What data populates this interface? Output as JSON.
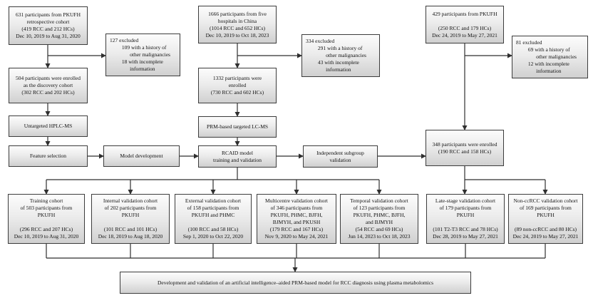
{
  "nodes": {
    "source_discovery": {
      "lines": [
        "631 participants from PKUFH",
        "retrospective cohort",
        "(419 RCC and 212 HCs)",
        "Dec 10, 2019 to Aug 31, 2020"
      ]
    },
    "source_five_hospitals": {
      "lines": [
        "1666 participants from five",
        "hospitals in China",
        "(1014 RCC and 652 HCs)",
        "Dec 10, 2019 to Oct 18, 2023"
      ]
    },
    "source_pkufh_429": {
      "lines": [
        "429 participants from PKUFH",
        "",
        "(250 RCC and 179 HCs)",
        "Dec 24, 2019 to May 27, 2021"
      ]
    },
    "excluded_discovery": {
      "lines": [
        "127 excluded",
        "         109 with a history of",
        "               other malignancies",
        "         18 with incomplete",
        "               information"
      ]
    },
    "excluded_five_hospitals": {
      "lines": [
        "334 excluded",
        "         291 with a history of",
        "               other malignancies",
        "         43 with incomplete",
        "               information"
      ]
    },
    "excluded_pkufh": {
      "lines": [
        "81 excluded",
        "         69 with a history of",
        "               other malignancies",
        "         12 with incomplete",
        "               information"
      ]
    },
    "enrolled_504": {
      "lines": [
        "504 participants were enrolled",
        "as the discovery cohort",
        "(302 RCC and 202 HCs)"
      ]
    },
    "enrolled_1332": {
      "lines": [
        "1332 participants were",
        "enrolled",
        "(730 RCC and 602 HCs)"
      ]
    },
    "enrolled_348": {
      "lines": [
        "348 participants were enrolled",
        "(190 RCC and 158 HCs)"
      ]
    },
    "untargeted_hplc_ms": {
      "lines": [
        "Untargeted HPLC-MS"
      ]
    },
    "prm_targeted_lc_ms": {
      "lines": [
        "PRM-based targeted LC-MS"
      ]
    },
    "feature_selection": {
      "lines": [
        "Feature selection"
      ]
    },
    "model_development": {
      "lines": [
        "Model development"
      ]
    },
    "rcaid_training": {
      "lines": [
        "RCAID model",
        "training and validation"
      ]
    },
    "independent_subgroup": {
      "lines": [
        "Independent subgroup",
        "validation"
      ]
    },
    "cohort_training": {
      "lines": [
        "Training cohort",
        "of 503 participants from",
        "PKUFH",
        "",
        "(296 RCC and 207 HCs)",
        "Dec 10, 2019 to Aug 31, 2020"
      ]
    },
    "cohort_internal": {
      "lines": [
        "Internal validation cohort",
        "of 202 participants from",
        "PKUFH",
        "",
        "(101 RCC and 101 HCs)",
        "Dec 18, 2019 to Aug 18, 2020"
      ]
    },
    "cohort_external": {
      "lines": [
        "External validation cohort",
        "of 158 participants from",
        "PKUFH and PHMC",
        "",
        "(100 RCC and 58 HCs)",
        "Sep 1, 2020 to Oct 22, 2020"
      ]
    },
    "cohort_multicentre": {
      "lines": [
        "Multicentre validation cohort",
        "of 346 participants from",
        "PKUFH, PHMC, BJFH,",
        "BJMYH, and PKUSH",
        "(179 RCC and 167 HCs)",
        "Nov 9, 2020 to May 24, 2021"
      ]
    },
    "cohort_temporal": {
      "lines": [
        "Temporal validation cohort",
        "of 123 participants from",
        "PKUFH, PHMC, BJFH,",
        "and BJMYH",
        "(54 RCC and 69 HCs)",
        "Jun 14, 2023 to Oct 18, 2023"
      ]
    },
    "cohort_late_stage": {
      "lines": [
        "Late-stage validation cohort",
        "of 179 participants from",
        "PKUFH",
        "",
        "(101 T2-T3 RCC and 78 HCs)",
        "Dec 28, 2019 to May 27, 2021"
      ]
    },
    "cohort_non_ccrcc": {
      "lines": [
        "Non-ccRCC validation cohort",
        "of 169 participants from",
        "PKUFH",
        "",
        "(89 non-ccRCC and 80 HCs)",
        "Dec 24, 2019 to May 27, 2021"
      ]
    },
    "final_banner": {
      "lines": [
        "Development and validation of an artificial intelligence–aided PRM-based model for RCC diagnosis using plasma metabolomics"
      ]
    }
  },
  "colors": {
    "box_border": "#3c3c3c",
    "box_fill_top": "#fcfcfc",
    "box_fill_bottom": "#d0d0d0",
    "connector": "#2f2f2f",
    "text": "#111111",
    "background": "#ffffff"
  }
}
